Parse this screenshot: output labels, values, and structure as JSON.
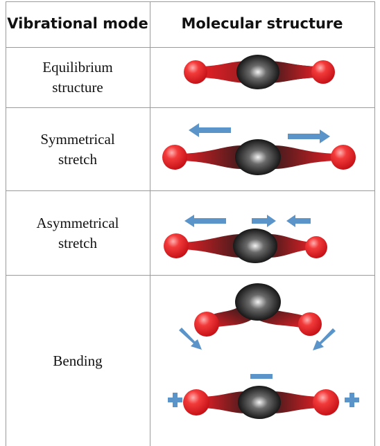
{
  "headers": {
    "mode": "Vibrational mode",
    "structure": "Molecular structure"
  },
  "modes": [
    {
      "line1": "Equilibrium",
      "line2": "structure"
    },
    {
      "line1": "Symmetrical",
      "line2": "stretch"
    },
    {
      "line1": "Asymmetrical",
      "line2": "stretch"
    },
    {
      "line1": "Bending",
      "line2": ""
    }
  ],
  "signs": {
    "minus": "−",
    "plus": "+"
  },
  "colors": {
    "oxygen": "#e8202a",
    "carbon": "#111111",
    "arrow": "#5b94c8",
    "grid": "#9a9a9a"
  },
  "icons": [
    "right-arrow-icon",
    "left-arrow-icon",
    "diagonal-arrow-icon"
  ]
}
